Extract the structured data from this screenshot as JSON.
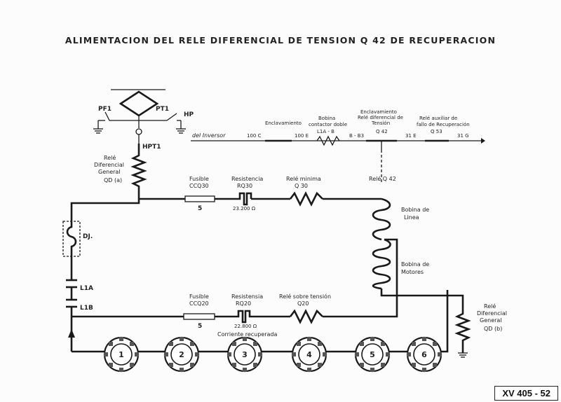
{
  "title": "ALIMENTACION DEL RELE DIFERENCIAL DE TENSION Q 42 DE RECUPERACION",
  "footer_code": "XV 405 - 52",
  "colors": {
    "ink": "#1a1a1a",
    "paper": "#fcfcfc"
  },
  "top_line": {
    "source": "del Inversor",
    "wires": [
      "100 C",
      "100 E",
      "B - B3",
      "31 E",
      "31 G"
    ],
    "devices": [
      {
        "name": "Enclavamiento"
      },
      {
        "name": "Bobina contactor doble",
        "code": "L1A - B"
      },
      {
        "name": "Enclavamiento Relé diferencial de Tensión",
        "code": "Q 42"
      },
      {
        "name": "Relé auxiliar de fallo de Recuperación",
        "code": "Q 53"
      }
    ]
  },
  "pantograph": {
    "labels": [
      "PF1",
      "PT1",
      "HP",
      "HPT1"
    ]
  },
  "upper_branch": {
    "fuse": {
      "name": "Fusible",
      "code": "CCQ30",
      "value": "5"
    },
    "resistor": {
      "name": "Resistencia",
      "code": "RQ30",
      "value": "23.200 Ω"
    },
    "relay": {
      "name": "Relé minima",
      "code": "Q 30"
    }
  },
  "lower_branch": {
    "fuse": {
      "name": "Fusible",
      "code": "CCQ20",
      "value": "5"
    },
    "resistor": {
      "name": "Resistensia",
      "code": "RQ20",
      "value": "22.800 Ω"
    },
    "relay": {
      "name": "Relé sobre tensión",
      "code": "Q20"
    },
    "note": "Corriente recuperada"
  },
  "relay_q42": {
    "name": "Relé Q 42",
    "coil_line": "Bobina de Linea",
    "coil_motors": "Bobina de Motores"
  },
  "left_side": {
    "relay_top": {
      "name": "Relé Diferencial General",
      "code": "QD (a)"
    },
    "dj": "DJ.",
    "contacts": [
      "L1A",
      "L1B"
    ]
  },
  "right_side": {
    "relay": {
      "name": "Relé Diferencial General",
      "code": "QD (b)"
    }
  },
  "motors": [
    "1",
    "2",
    "3",
    "4",
    "5",
    "6"
  ]
}
